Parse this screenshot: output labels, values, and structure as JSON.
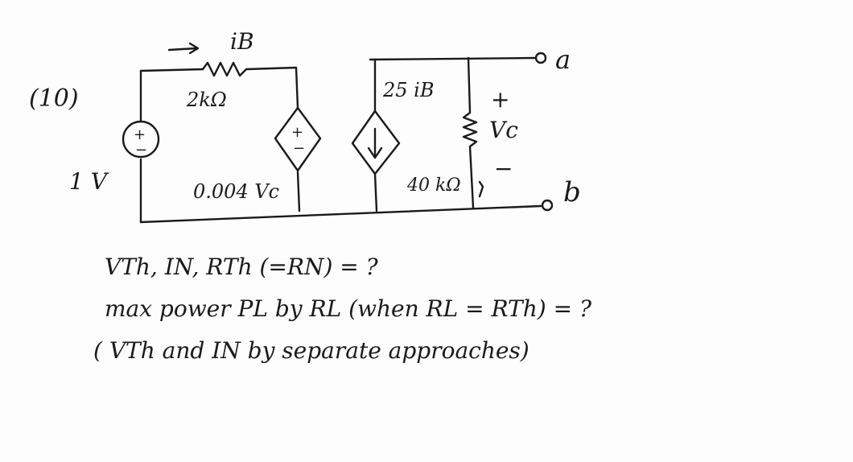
{
  "problem_number": "(10)",
  "source_voltage": "1 V",
  "resistor_2k_label": "2kΩ",
  "current_label": "iB",
  "dep_voltage_label": "0.004 Vc",
  "dep_current_label": "25 iB",
  "resistor_40k_label": "40 kΩ",
  "vc_label": "Vc",
  "plus_sign": "+",
  "minus_sign": "−",
  "terminal_a": "a",
  "terminal_b": "b",
  "question": {
    "line1": "VTh, IN, RTh (=RN) = ?",
    "line2": "max power PL by RL (when RL = RTh) = ?",
    "line3": "( VTh and IN by separate approaches)"
  }
}
